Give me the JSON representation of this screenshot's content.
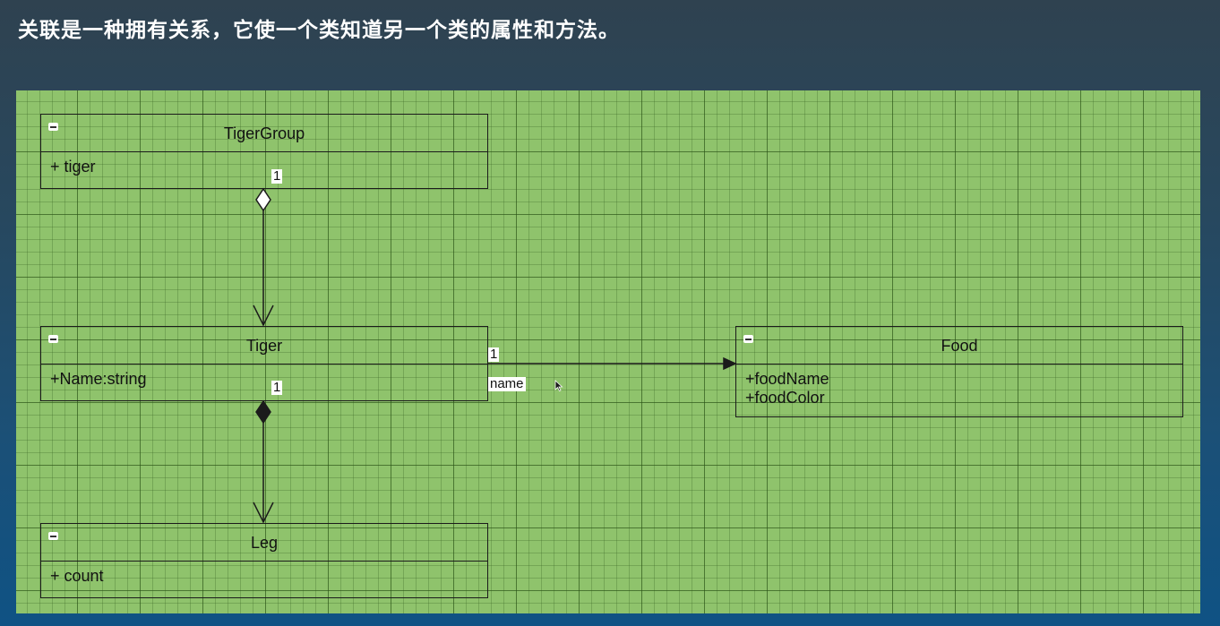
{
  "title": "关联是一种拥有关系，它使一个类知道另一个类的属性和方法。",
  "classes": {
    "tiger_group": {
      "name": "TigerGroup",
      "attributes": [
        "+ tiger"
      ]
    },
    "tiger": {
      "name": "Tiger",
      "attributes": [
        "+Name:string"
      ]
    },
    "leg": {
      "name": "Leg",
      "attributes": [
        "+ count"
      ]
    },
    "food": {
      "name": "Food",
      "attributes": [
        "+foodName",
        "+foodColor"
      ]
    }
  },
  "relations": {
    "aggregation": {
      "type": "aggregation",
      "from": "TigerGroup",
      "to": "Tiger",
      "multiplicity": "1"
    },
    "composition": {
      "type": "composition",
      "from": "Tiger",
      "to": "Leg",
      "multiplicity": "1"
    },
    "association": {
      "type": "association",
      "from": "Tiger",
      "to": "Food",
      "multiplicity": "1",
      "role": "name"
    }
  },
  "colors": {
    "canvas": "#8fc36c",
    "grid": "#4f7d35",
    "line": "#1b1b1b",
    "background_top": "#2f4250",
    "background_bottom": "#0f5284"
  }
}
